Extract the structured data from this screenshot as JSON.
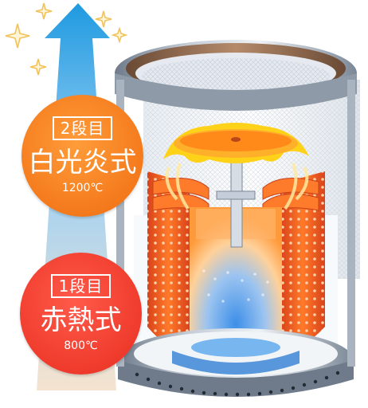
{
  "stage1": {
    "label": "1段目",
    "mode": "赤熱式",
    "temp": "800℃",
    "color": "#ef3b2c"
  },
  "stage2": {
    "label": "2段目",
    "mode": "白光炎式",
    "temp": "1200℃",
    "color": "#f47a1c"
  },
  "colors": {
    "arrow_top": "#1f9ae0",
    "flame": "#ffd21a",
    "burner_hot": "#ff6a1a",
    "burner_cool": "#2f8fe0",
    "metal": "#9aa6b4"
  }
}
